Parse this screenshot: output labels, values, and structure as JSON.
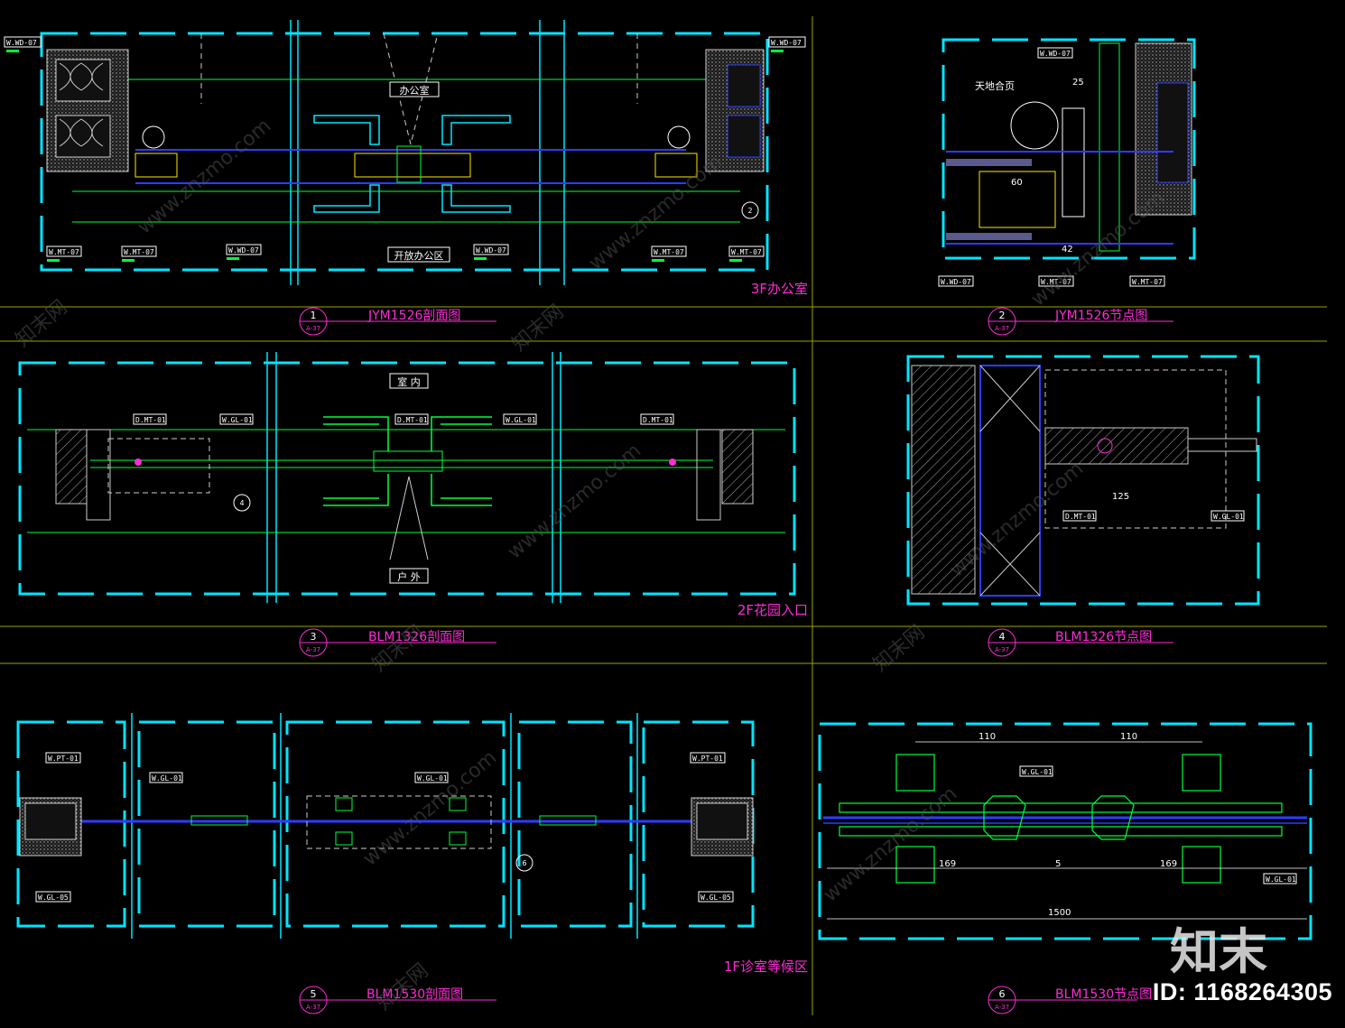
{
  "drawing": {
    "colors": {
      "frame": "#00e5ff",
      "green": "#00ff3c",
      "blue": "#2f3cff",
      "magenta": "#ff2bd6",
      "white": "#ffffff",
      "yellow": "#ffe600",
      "divider": "#9aa400"
    },
    "panels": [
      {
        "number": "1",
        "sheet": "A-37",
        "title": "JYM1526剖面图",
        "location": "3F办公室",
        "room_labels": [
          "办公室",
          "开放办公区"
        ],
        "tags": [
          "W.WD-07",
          "W.WD-07",
          "W.MT-07",
          "W.MT-07",
          "W.WD-07",
          "W.WD-07",
          "W.MT-07",
          "W.MT-07"
        ],
        "callout": "2"
      },
      {
        "number": "2",
        "sheet": "A-37",
        "title": "JYM1526节点图",
        "note": "天地合页",
        "dimensions": [
          "25",
          "60",
          "42"
        ],
        "tags": [
          "W.WD-07",
          "W.WD-07",
          "W.MT-07",
          "W.MT-07"
        ]
      },
      {
        "number": "3",
        "sheet": "A-37",
        "title": "BLM1326剖面图",
        "location": "2F花园入口",
        "room_labels": [
          "室 内",
          "户 外"
        ],
        "tags": [
          "D.MT-01",
          "W.GL-01",
          "D.MT-01",
          "W.GL-01",
          "D.MT-01"
        ],
        "callout": "4"
      },
      {
        "number": "4",
        "sheet": "A-37",
        "title": "BLM1326节点图",
        "dimensions": [
          "125"
        ],
        "tags": [
          "D.MT-01",
          "W.GL-01"
        ]
      },
      {
        "number": "5",
        "sheet": "A-37",
        "title": "BLM1530剖面图",
        "location": "1F诊室等候区",
        "tags": [
          "W.PT-01",
          "W.GL-01",
          "W.GL-01",
          "W.PT-01",
          "W.GL-05",
          "W.GL-05"
        ],
        "callout": "6"
      },
      {
        "number": "6",
        "sheet": "A-37",
        "title": "BLM1530节点图",
        "dimensions": [
          "110",
          "110",
          "169",
          "5",
          "169",
          "1500"
        ],
        "tags": [
          "W.GL-01",
          "W.GL-01"
        ]
      }
    ]
  },
  "watermark": {
    "logo": "知末",
    "id": "ID: 1168264305",
    "site": "www.znzmo.com",
    "brand": "知末网"
  }
}
